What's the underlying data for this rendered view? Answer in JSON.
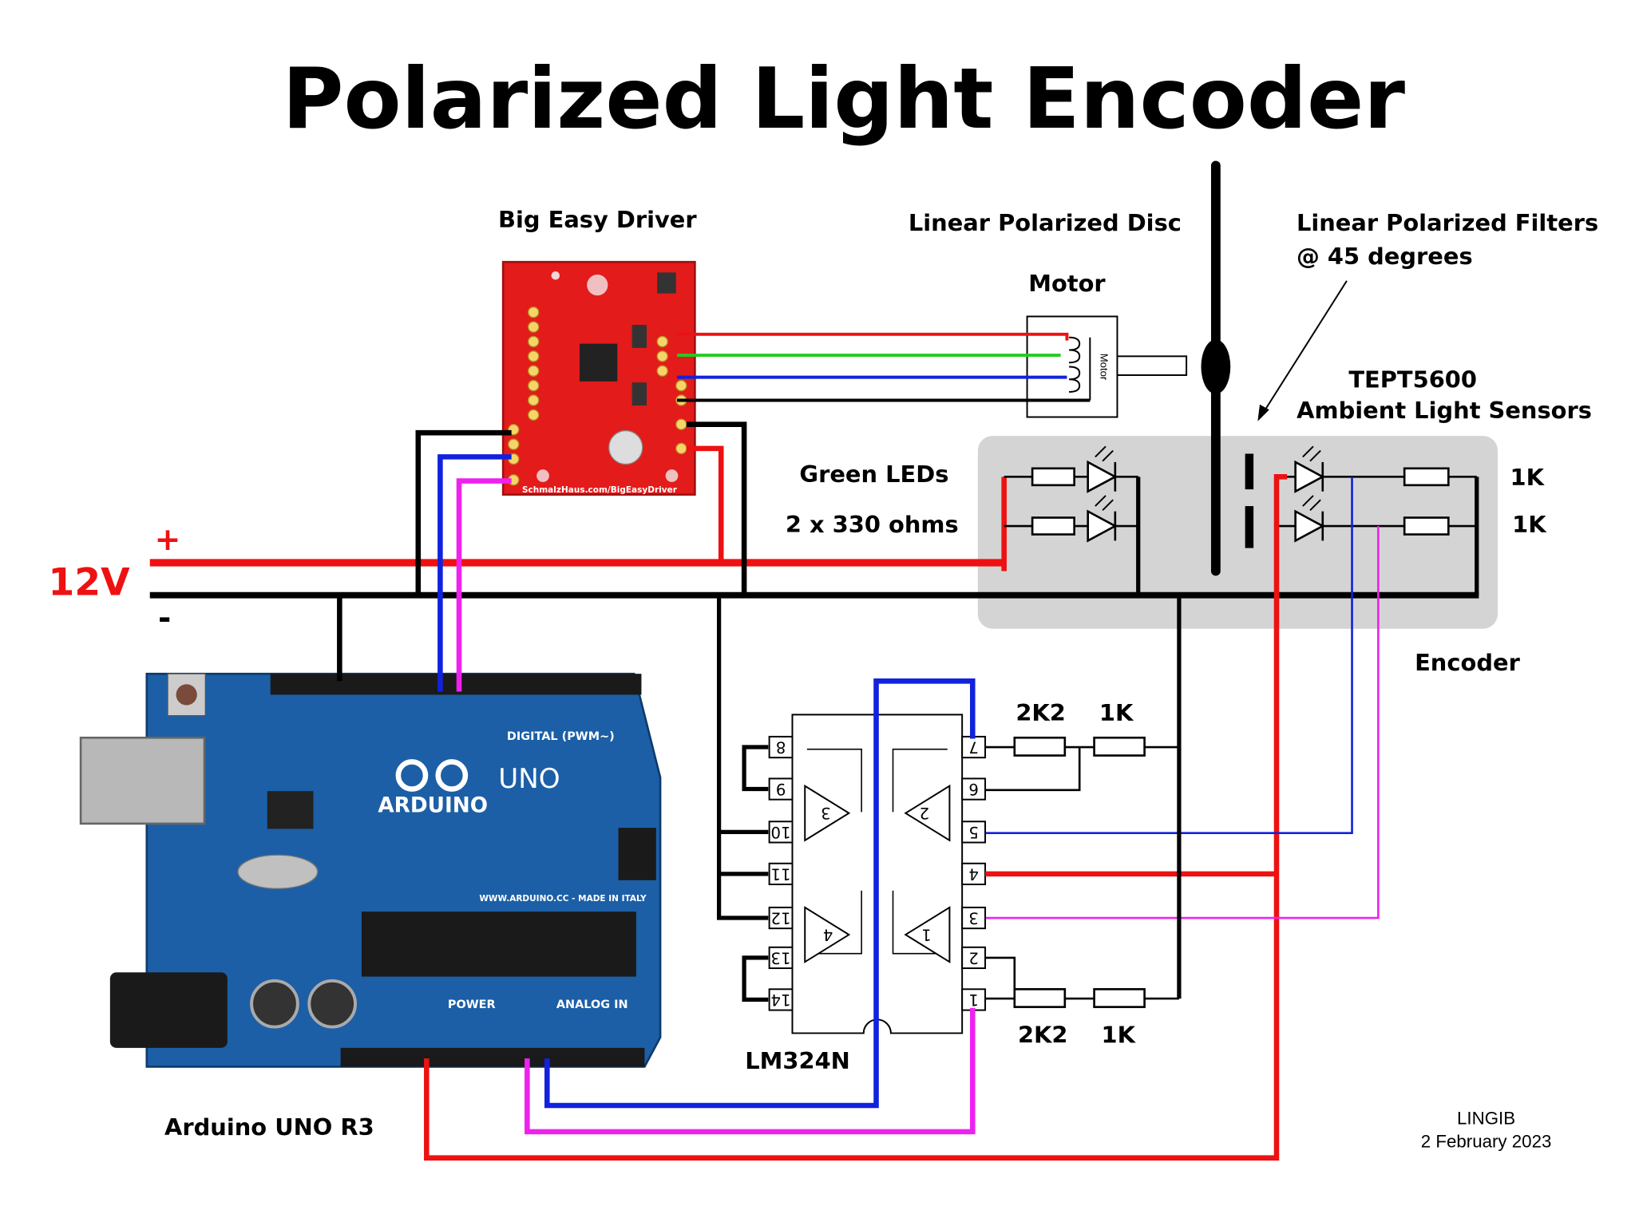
{
  "title": "Polarized Light Encoder",
  "labels": {
    "big_easy_driver": "Big Easy Driver",
    "linear_polarized_disc": "Linear Polarized Disc",
    "linear_polarized_filters_1": "Linear Polarized Filters",
    "linear_polarized_filters_2": "@ 45 degrees",
    "motor": "Motor",
    "motor_body": "Motor",
    "tept_1": "TEPT5600",
    "tept_2": "Ambient Light Sensors",
    "green_leds": "Green LEDs",
    "led_resistors": "2 x 330 ohms",
    "sensor_r_top": "1K",
    "sensor_r_bottom": "1K",
    "voltage": "12V",
    "plus": "+",
    "minus": "-",
    "encoder": "Encoder",
    "r_2k2_top": "2K2",
    "r_1k_top": "1K",
    "r_2k2_bottom": "2K2",
    "r_1k_bottom": "1K",
    "lm324": "LM324N",
    "arduino": "Arduino UNO R3",
    "author": "LINGIB",
    "date": "2 February 2023"
  },
  "board": {
    "digital": "DIGITAL (PWM~)",
    "arduino_word": "ARDUINO",
    "uno": "UNO",
    "power": "POWER",
    "analog": "ANALOG IN",
    "website": "WWW.ARDUINO.CC - MADE IN ITALY",
    "driver_url": "SchmalzHaus.com/BigEasyDriver"
  },
  "ic_pins_left": [
    "8",
    "9",
    "10",
    "11",
    "12",
    "13",
    "14"
  ],
  "ic_pins_right": [
    "7",
    "6",
    "5",
    "4",
    "3",
    "2",
    "1"
  ],
  "opamps": [
    "3",
    "2",
    "4",
    "1"
  ],
  "colors": {
    "red": "#ee1111",
    "green": "#22cc22",
    "blue": "#1122dd",
    "magenta": "#ee22ee",
    "black": "#000000",
    "encoder_bg": "#d4d4d4",
    "arduino_board": "#1c5fa6",
    "driver_board": "#e31b1b"
  }
}
